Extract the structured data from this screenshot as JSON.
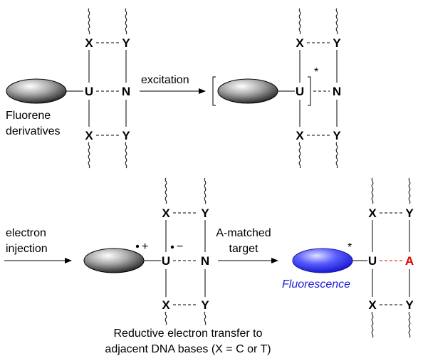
{
  "bases": {
    "X": "X",
    "Y": "Y",
    "U": "U",
    "N": "N",
    "A": "A"
  },
  "panels": {
    "ground": {
      "caption_line1": "Fluorene",
      "caption_line2": "derivatives"
    },
    "excited": {
      "star": "*"
    },
    "charge_separated": {
      "cation_charge": "+",
      "anion_charge": "−",
      "caption_line1": "Reductive electron transfer to",
      "caption_line2": "adjacent DNA bases (X = C or T)"
    },
    "fluorescence": {
      "star": "*",
      "label": "Fluorescence"
    }
  },
  "arrows": {
    "excitation": "excitation",
    "electron_injection_line1": "electron",
    "electron_injection_line2": "injection",
    "a_matched_line1": "A-matched",
    "a_matched_line2": "target"
  },
  "colors": {
    "fluorene_ground": "#a8a8a8",
    "fluorene_emissive": "#3a3cf0",
    "fluorescence_text": "#1a1ad8",
    "matched_base": "#e00000"
  }
}
